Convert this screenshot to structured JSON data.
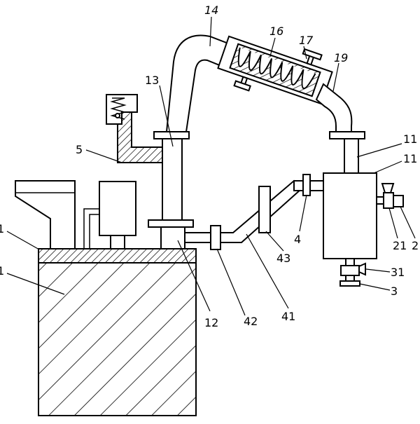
{
  "labels": {
    "l1": "1",
    "l11": "1",
    "l3": "3",
    "l4": "4",
    "l5": "5",
    "l12": "12",
    "l13": "13",
    "l14": "14",
    "l16": "16",
    "l17": "17",
    "l19": "19",
    "l21": "21",
    "l2": "2",
    "l31": "31",
    "l41": "41",
    "l42": "42",
    "l43": "43",
    "l111a": "11",
    "l111b": "11"
  },
  "colors": {
    "line": "#000000",
    "background": "#ffffff"
  }
}
